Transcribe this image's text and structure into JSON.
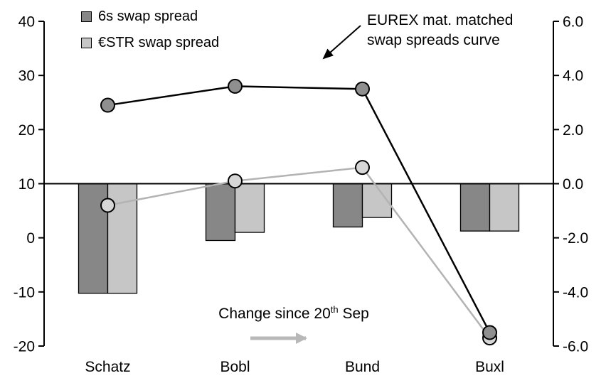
{
  "chart_data": {
    "type": "bar",
    "subtype": "combo-bar-line-dual-axis",
    "categories": [
      "Schatz",
      "Bobl",
      "Bund",
      "Buxl"
    ],
    "left_axis": {
      "min": -20,
      "max": 40,
      "tick_labels": [
        "40",
        "30",
        "20",
        "10",
        "0",
        "-10",
        "-20"
      ]
    },
    "right_axis": {
      "min": -6,
      "max": 6,
      "tick_labels": [
        "6.0",
        "4.0",
        "2.0",
        "0.0",
        "-2.0",
        "-4.0",
        "-6.0"
      ]
    },
    "bar_series": [
      {
        "name": "6s swap spread",
        "axis": "right",
        "color": "#878787",
        "values": [
          -4.05,
          -2.1,
          -1.6,
          -1.75
        ]
      },
      {
        "name": "€STR swap spread",
        "axis": "right",
        "color": "#c6c6c6",
        "values": [
          -4.05,
          -1.8,
          -1.25,
          -1.75
        ]
      }
    ],
    "line_series": [
      {
        "name": "6s swap spread",
        "axis": "left",
        "line_color": "#000000",
        "marker_fill": "#8f8f8f",
        "values": [
          24.5,
          28,
          27.5,
          -17.5
        ]
      },
      {
        "name": "€STR swap spread",
        "axis": "left",
        "line_color": "#b3b3b3",
        "marker_fill": "#d6d6d6",
        "values": [
          6,
          10.5,
          13,
          -18.5
        ]
      }
    ],
    "grid": "off",
    "legend_position": "top-left"
  },
  "legend": {
    "items": [
      {
        "label": "6s swap spread",
        "color": "#878787"
      },
      {
        "label": "€STR swap spread",
        "color": "#c6c6c6"
      }
    ]
  },
  "annotations": {
    "curve_line1": "EUREX mat. matched",
    "curve_line2": "swap spreads curve",
    "change_prefix": "Change since 20",
    "change_sup": "th",
    "change_suffix": " Sep",
    "arrow_black_color": "#000000",
    "arrow_gray_color": "#b8b8b8"
  }
}
